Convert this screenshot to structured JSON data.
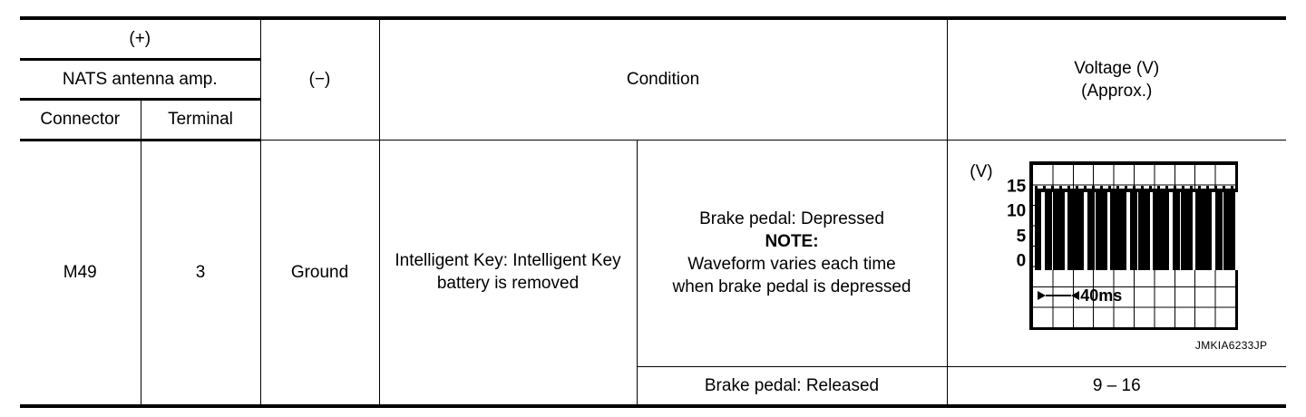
{
  "table": {
    "headers": {
      "positive": "(+)",
      "source": "NATS antenna amp.",
      "connector": "Connector",
      "terminal": "Terminal",
      "negative": "(−)",
      "condition": "Condition",
      "voltage_line1": "Voltage (V)",
      "voltage_line2": "(Approx.)"
    },
    "rows": [
      {
        "connector": "M49",
        "terminal": "3",
        "negative": "Ground",
        "condition_main": "Intelligent Key: Intelligent Key battery is removed",
        "sub_rows": [
          {
            "condition_line1": "Brake pedal: Depressed",
            "note_label": "NOTE:",
            "note_line1": "Waveform varies each time",
            "note_line2": "when brake pedal is depressed",
            "voltage_type": "waveform"
          },
          {
            "condition_line1": "Brake pedal: Released",
            "voltage_value": "9 – 16",
            "voltage_type": "text"
          }
        ]
      }
    ]
  },
  "chart_data": {
    "type": "line",
    "title": "",
    "xlabel": "",
    "ylabel": "(V)",
    "unit_label": "(V)",
    "y_ticks": [
      "15",
      "10",
      "5",
      "0"
    ],
    "y_values": [
      15,
      10,
      5,
      0
    ],
    "ylim": [
      0,
      15
    ],
    "grid_columns": 10,
    "grid_rows": 8,
    "grid": true,
    "time_marker": "40ms",
    "time_marker_value": 40,
    "time_marker_unit": "ms",
    "waveform_description": "Dense square-wave burst, amplitude approximately 0 to 13 V",
    "waveform_high_v": 13,
    "waveform_low_v": 0,
    "figure_code": "JMKIA6233JP"
  }
}
